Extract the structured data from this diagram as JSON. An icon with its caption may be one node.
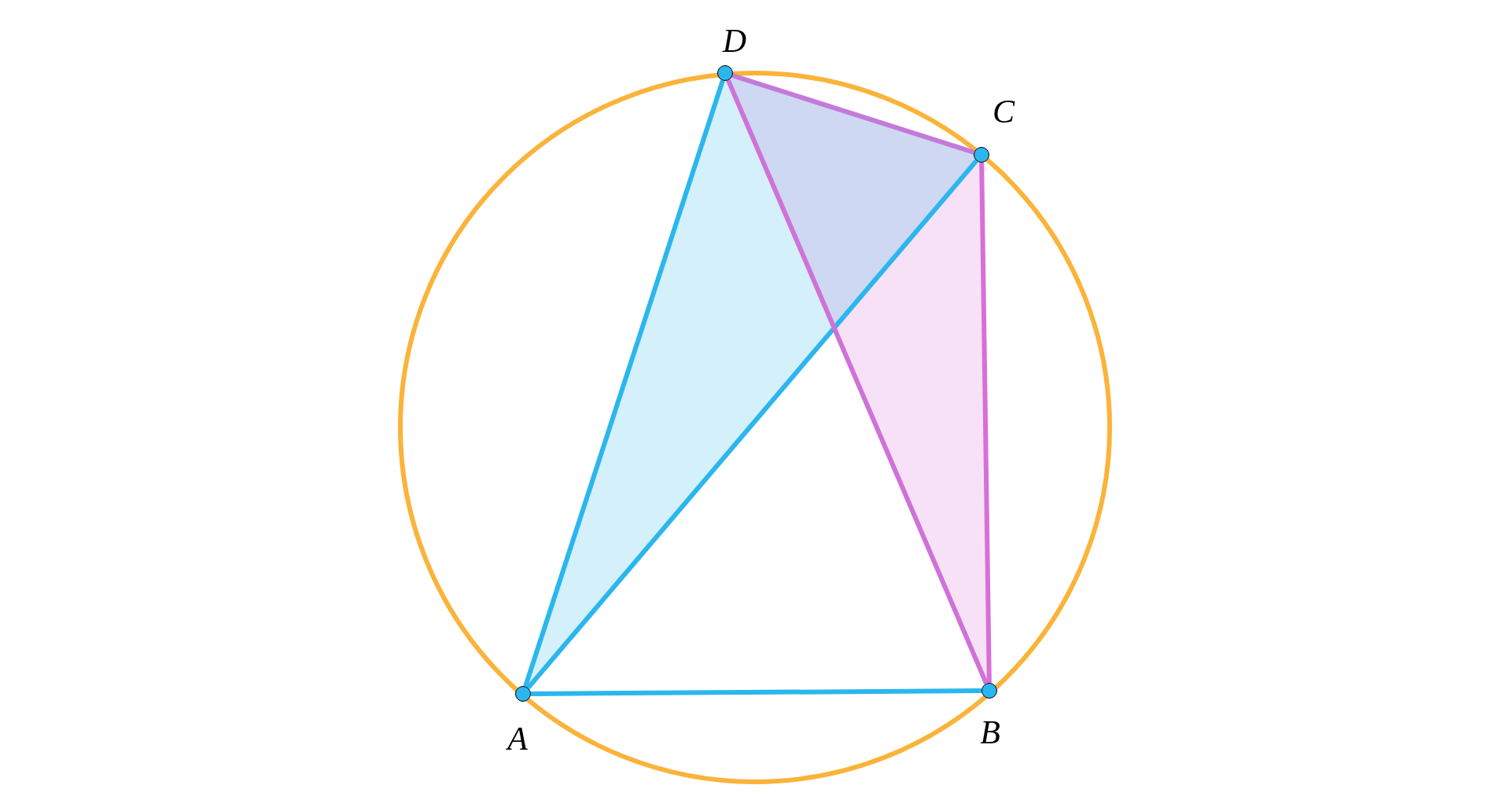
{
  "diagram": {
    "nodes": [
      {
        "text": [
          "D"
        ]
      },
      {
        "text": [
          "C"
        ]
      },
      {
        "text": [
          "A"
        ]
      },
      {
        "text": [
          "B"
        ]
      }
    ],
    "edges": [
      {
        "from": 2,
        "to": 0,
        "arrow": "none",
        "color": "#2bb6ee"
      },
      {
        "from": 2,
        "to": 1,
        "arrow": "none",
        "color": "#2bb6ee"
      },
      {
        "from": 2,
        "to": 3,
        "arrow": "none",
        "color": "#2bb6ee"
      },
      {
        "from": 0,
        "to": 1,
        "arrow": "none",
        "color": "#c47ada"
      },
      {
        "from": 0,
        "to": 3,
        "arrow": "none",
        "color": "#cf72d8"
      },
      {
        "from": 1,
        "to": 3,
        "arrow": "none",
        "color": "#d86fd6"
      }
    ]
  }
}
